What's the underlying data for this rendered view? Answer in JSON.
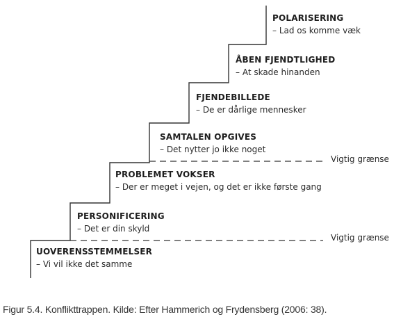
{
  "steps": [
    {
      "title": "UOVERENSSTEMMELSER",
      "subtitle": "– Vi vil ikke det samme"
    },
    {
      "title": "PERSONIFICERING",
      "subtitle": "– Det er din skyld"
    },
    {
      "title": "PROBLEMET VOKSER",
      "subtitle": "– Der er meget i vejen, og det er ikke første gang"
    },
    {
      "title": "SAMTALEN OPGIVES",
      "subtitle": "– Det nytter jo ikke noget"
    },
    {
      "title": "FJENDEBILLEDE",
      "subtitle": "– De er dårlige mennesker"
    },
    {
      "title": "ÅBEN FJENDTLIGHED",
      "subtitle": "– At skade hinanden"
    },
    {
      "title": "POLARISERING",
      "subtitle": "– Lad os komme væk"
    }
  ],
  "limits": [
    {
      "label": "Vigtig grænse"
    },
    {
      "label": "Vigtig grænse"
    }
  ],
  "caption": "Figur 5.4. Konflikttrappen. Kilde: Efter Hammerich og Frydensberg (2006: 38)."
}
